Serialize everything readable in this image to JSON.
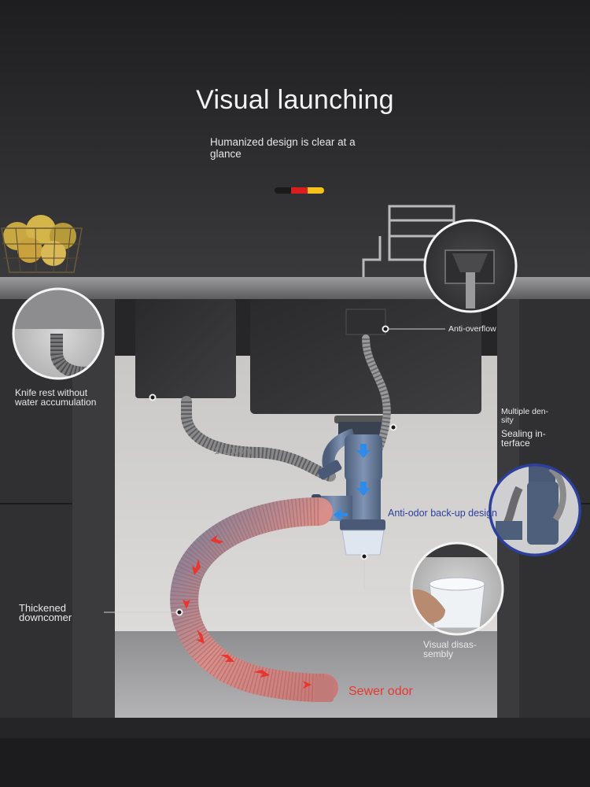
{
  "header": {
    "title": "Visual launching",
    "subtitle": "Humanized design is clear at a glance",
    "flag_colors": [
      "#1a1a1a",
      "#d81e1e",
      "#f5c21b"
    ]
  },
  "callouts": {
    "anti_overflow": "Anti-overflow",
    "knife_rest": [
      "Knife rest without",
      "water accumulation"
    ],
    "multiple_density": [
      "Multiple den-",
      "sity"
    ],
    "sealing_interface": [
      "Sealing in-",
      "terface"
    ],
    "anti_odor": "Anti-odor back-up design",
    "thickened": [
      "Thickened",
      "downcomer"
    ],
    "visual_disassembly": [
      "Visual disas-",
      "sembly"
    ],
    "sewer_odor": "Sewer odor",
    "pipe_mark": "1*1000m"
  },
  "colors": {
    "flow_arrow_blue": "#2f8be8",
    "flow_arrow_red": "#e8362f",
    "callout_line": "#cfcfcf",
    "highlight_ring": "#2d3f9c"
  }
}
